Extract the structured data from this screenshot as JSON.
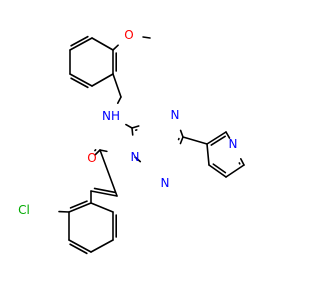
{
  "molecule": {
    "atoms": {
      "ome_o": "O",
      "amine_nh": "NH",
      "tri_n4": "N",
      "tri_n1": "N",
      "tri_n2": "N",
      "pyr_n": "N",
      "carbonyl_o": "O",
      "chloro": "Cl"
    },
    "colors": {
      "bond": "#000000",
      "oxygen": "#ff0000",
      "nitrogen": "#0000ff",
      "chlorine": "#00aa00"
    }
  }
}
